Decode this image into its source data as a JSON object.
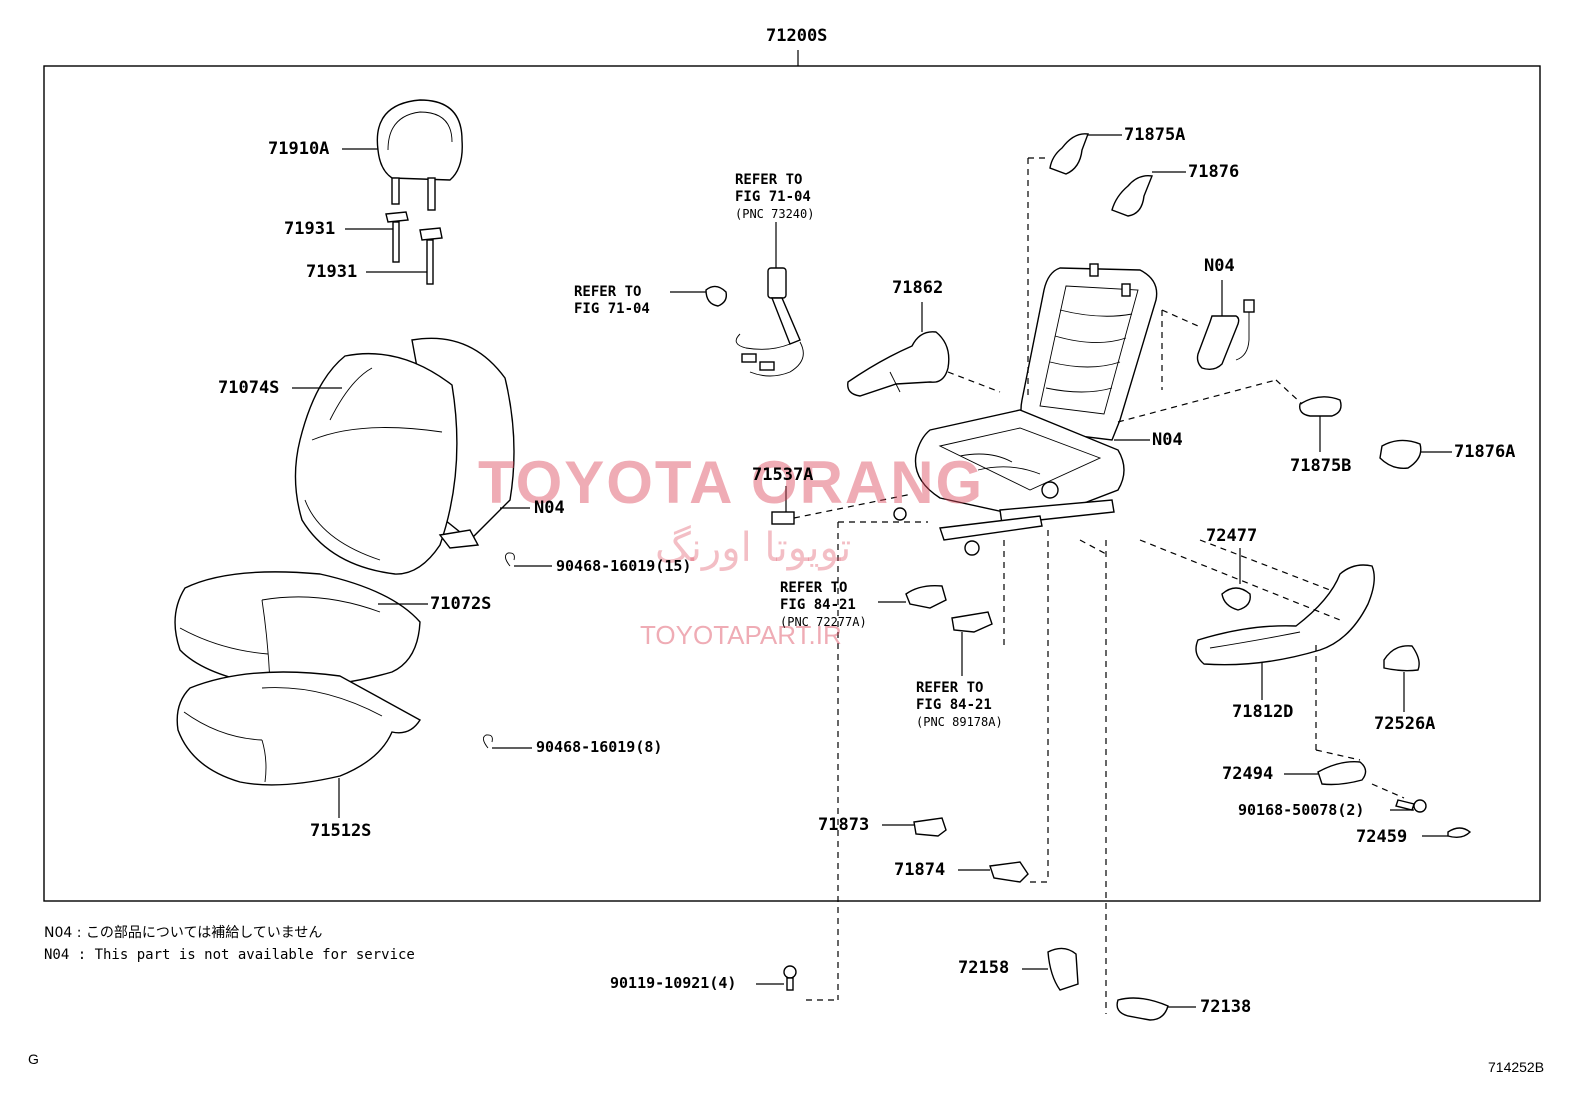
{
  "title_part": "71200S",
  "labels": {
    "p71910A": "71910A",
    "p71931a": "71931",
    "p71931b": "71931",
    "p71074S": "71074S",
    "p_n04_back": "N04",
    "p90468_15": "90468-16019(15)",
    "p71072S": "71072S",
    "p90468_8": "90468-16019(8)",
    "p71512S": "71512S",
    "p71862": "71862",
    "p71537A": "71537A",
    "p71875A": "71875A",
    "p71876": "71876",
    "p_n04_pad": "N04",
    "p_n04_frame": "N04",
    "p71875B": "71875B",
    "p71876A": "71876A",
    "p72477": "72477",
    "p71812D": "71812D",
    "p72526A": "72526A",
    "p72494": "72494",
    "p90168": "90168-50078(2)",
    "p72459": "72459",
    "p71873": "71873",
    "p71874": "71874",
    "p72158": "72158",
    "p72138": "72138",
    "p90119": "90119-10921(4)"
  },
  "refs": {
    "r1": {
      "line1": "REFER TO",
      "line2": "FIG 71-04",
      "pnc": "(PNC 73240)"
    },
    "r2": {
      "line1": "REFER TO",
      "line2": "FIG 71-04"
    },
    "r3": {
      "line1": "REFER TO",
      "line2": "FIG 84-21",
      "pnc": "(PNC 72277A)"
    },
    "r4": {
      "line1": "REFER TO",
      "line2": "FIG 84-21",
      "pnc": "(PNC 89178A)"
    }
  },
  "notes": {
    "jp": "N04 : この部品については補給していません",
    "en": "N04 : This part is not available for service"
  },
  "watermark": {
    "brand": "TOYOTA ORANG",
    "persian": "تویوتا اورنگ",
    "url": "TOYOTAPART.IR"
  },
  "footer": {
    "left_mark": "G",
    "figure_code": "714252B"
  }
}
